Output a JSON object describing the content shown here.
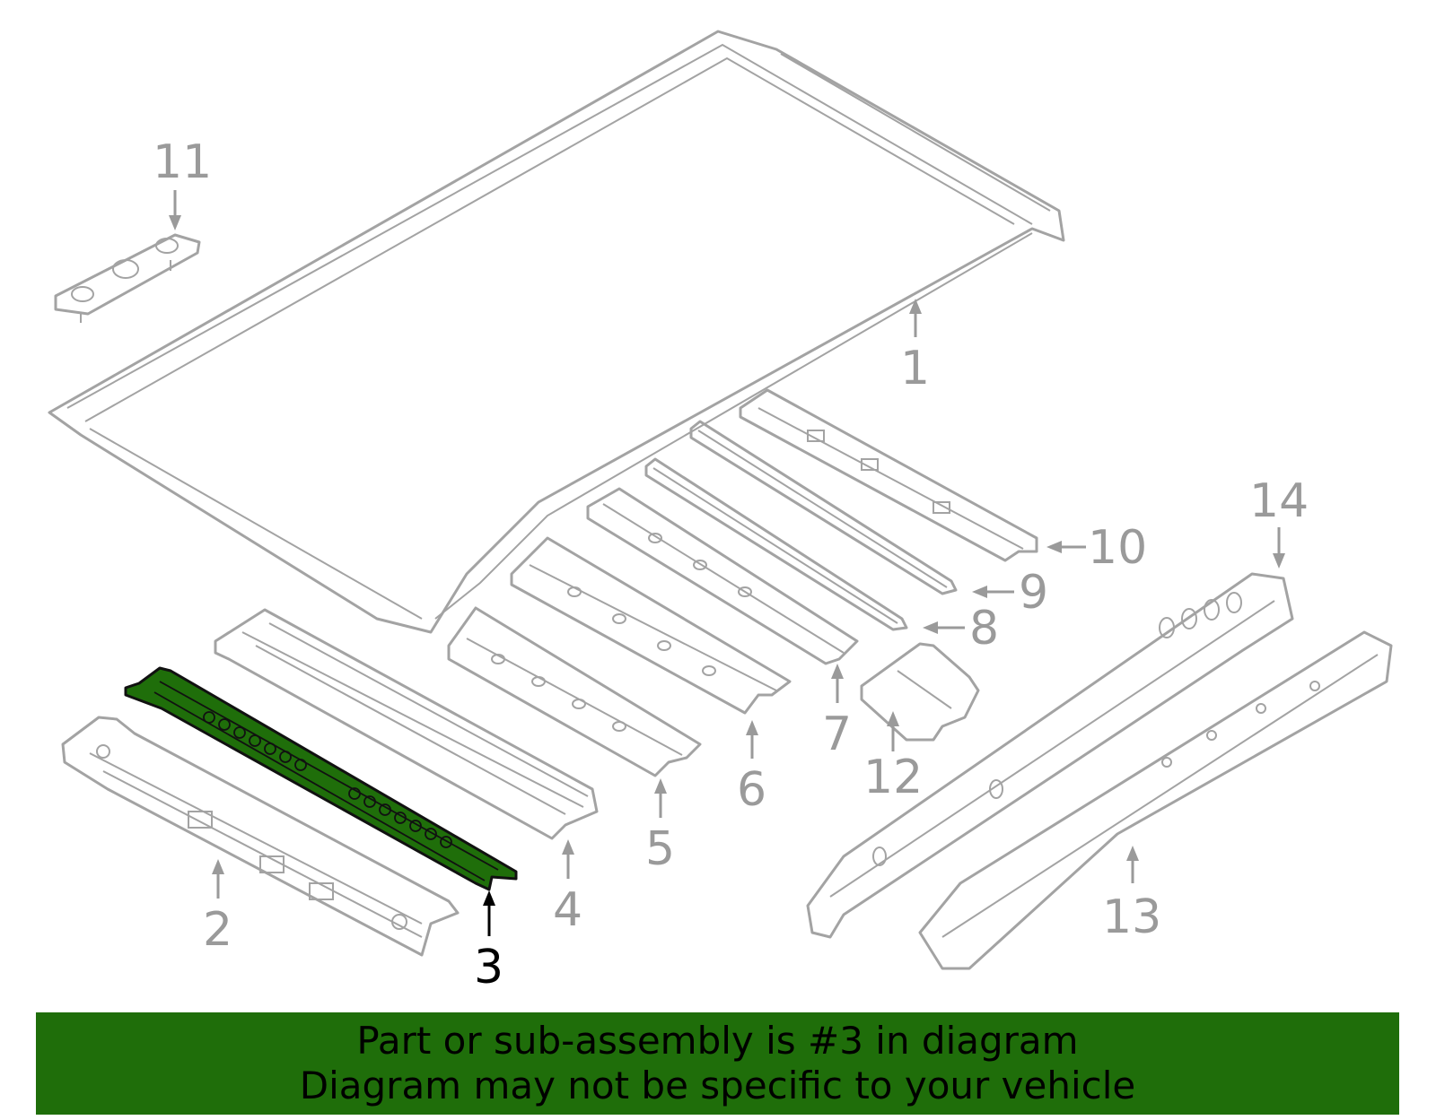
{
  "diagram": {
    "callouts": [
      {
        "id": "1",
        "label": "1"
      },
      {
        "id": "2",
        "label": "2"
      },
      {
        "id": "3",
        "label": "3",
        "highlighted": true
      },
      {
        "id": "4",
        "label": "4"
      },
      {
        "id": "5",
        "label": "5"
      },
      {
        "id": "6",
        "label": "6"
      },
      {
        "id": "7",
        "label": "7"
      },
      {
        "id": "8",
        "label": "8"
      },
      {
        "id": "9",
        "label": "9"
      },
      {
        "id": "10",
        "label": "10"
      },
      {
        "id": "11",
        "label": "11"
      },
      {
        "id": "12",
        "label": "12"
      },
      {
        "id": "13",
        "label": "13"
      },
      {
        "id": "14",
        "label": "14"
      }
    ],
    "highlight_color": "#1f6e0a",
    "part_outline_color": "#a3a3a3"
  },
  "banner": {
    "line1": "Part or sub-assembly is #3 in diagram",
    "line2": "Diagram may not be specific to your vehicle",
    "background": "#1f6e0a"
  }
}
